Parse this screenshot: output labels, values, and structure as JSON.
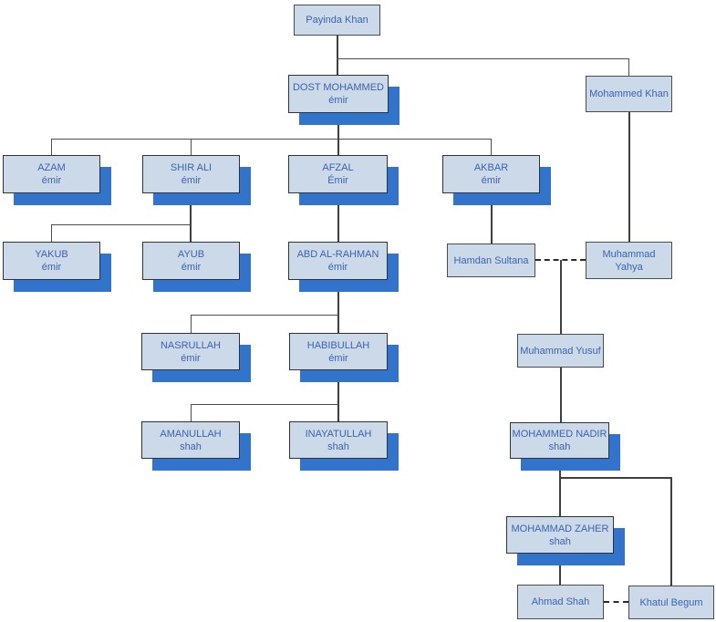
{
  "diagram_type": "family-tree-org-chart",
  "colors": {
    "box_fill": "#ccd9e8",
    "box_border": "#474d55",
    "ruler_shadow_blue": "#3273cb",
    "text_blue": "#3b63b2",
    "connector_line": "#3f3f3f",
    "background": "#ffffff"
  },
  "nodes": {
    "payinda_khan": {
      "name": "Payinda Khan"
    },
    "dost_mohammed": {
      "name": "DOST MOHAMMED",
      "title": "émir"
    },
    "mohammed_khan": {
      "name": "Mohammed Khan"
    },
    "azam": {
      "name": "AZAM",
      "title": "émir"
    },
    "shir_ali": {
      "name": "SHIR ALI",
      "title": "émir"
    },
    "afzal": {
      "name": "AFZAL",
      "title": "Émir"
    },
    "akbar": {
      "name": "AKBAR",
      "title": "émir"
    },
    "yakub": {
      "name": "YAKUB",
      "title": "émir"
    },
    "ayub": {
      "name": "AYUB",
      "title": "émir"
    },
    "abd_al_rahman": {
      "name": "ABD AL-RAHMAN",
      "title": "émir"
    },
    "hamdan_sultana": {
      "name": "Hamdan Sultana"
    },
    "muhammad_yahya": {
      "name": "Muhammad Yahya"
    },
    "nasrullah": {
      "name": "NASRULLAH",
      "title": "émir"
    },
    "habibullah": {
      "name": "HABIBULLAH",
      "title": "émir"
    },
    "muhammad_yusuf": {
      "name": "Muhammad Yusuf"
    },
    "amanullah": {
      "name": "AMANULLAH",
      "title": "shah"
    },
    "inayatullah": {
      "name": "INAYATULLAH",
      "title": "shah"
    },
    "mohammed_nadir": {
      "name": "MOHAMMED NADIR",
      "title": "shah"
    },
    "mohammad_zaher": {
      "name": "MOHAMMAD ZAHER",
      "title": "shah"
    },
    "ahmad_shah": {
      "name": "Ahmad Shah"
    },
    "khatul_begum": {
      "name": "Khatul Begum"
    }
  },
  "edges": [
    {
      "type": "descent",
      "from": "payinda_khan",
      "to": "dost_mohammed"
    },
    {
      "type": "descent",
      "from": "payinda_khan",
      "to": "mohammed_khan"
    },
    {
      "type": "descent",
      "from": "dost_mohammed",
      "to": "azam"
    },
    {
      "type": "descent",
      "from": "dost_mohammed",
      "to": "shir_ali"
    },
    {
      "type": "descent",
      "from": "dost_mohammed",
      "to": "afzal"
    },
    {
      "type": "descent",
      "from": "dost_mohammed",
      "to": "akbar"
    },
    {
      "type": "descent",
      "from": "shir_ali",
      "to": "yakub"
    },
    {
      "type": "descent",
      "from": "shir_ali",
      "to": "ayub"
    },
    {
      "type": "descent",
      "from": "afzal",
      "to": "abd_al_rahman"
    },
    {
      "type": "descent",
      "from": "akbar",
      "to": "hamdan_sultana"
    },
    {
      "type": "descent",
      "from": "mohammed_khan",
      "to": "muhammad_yahya"
    },
    {
      "type": "marriage",
      "from": "hamdan_sultana",
      "to": "muhammad_yahya"
    },
    {
      "type": "descent",
      "from": "hamdan_sultana+muhammad_yahya",
      "to": "muhammad_yusuf"
    },
    {
      "type": "descent",
      "from": "abd_al_rahman",
      "to": "nasrullah"
    },
    {
      "type": "descent",
      "from": "abd_al_rahman",
      "to": "habibullah"
    },
    {
      "type": "descent",
      "from": "habibullah",
      "to": "amanullah"
    },
    {
      "type": "descent",
      "from": "habibullah",
      "to": "inayatullah"
    },
    {
      "type": "descent",
      "from": "muhammad_yusuf",
      "to": "mohammed_nadir"
    },
    {
      "type": "descent",
      "from": "mohammed_nadir",
      "to": "mohammad_zaher"
    },
    {
      "type": "descent",
      "from": "mohammed_nadir",
      "to": "khatul_begum"
    },
    {
      "type": "descent",
      "from": "mohammad_zaher",
      "to": "ahmad_shah"
    },
    {
      "type": "marriage",
      "from": "ahmad_shah",
      "to": "khatul_begum"
    }
  ]
}
